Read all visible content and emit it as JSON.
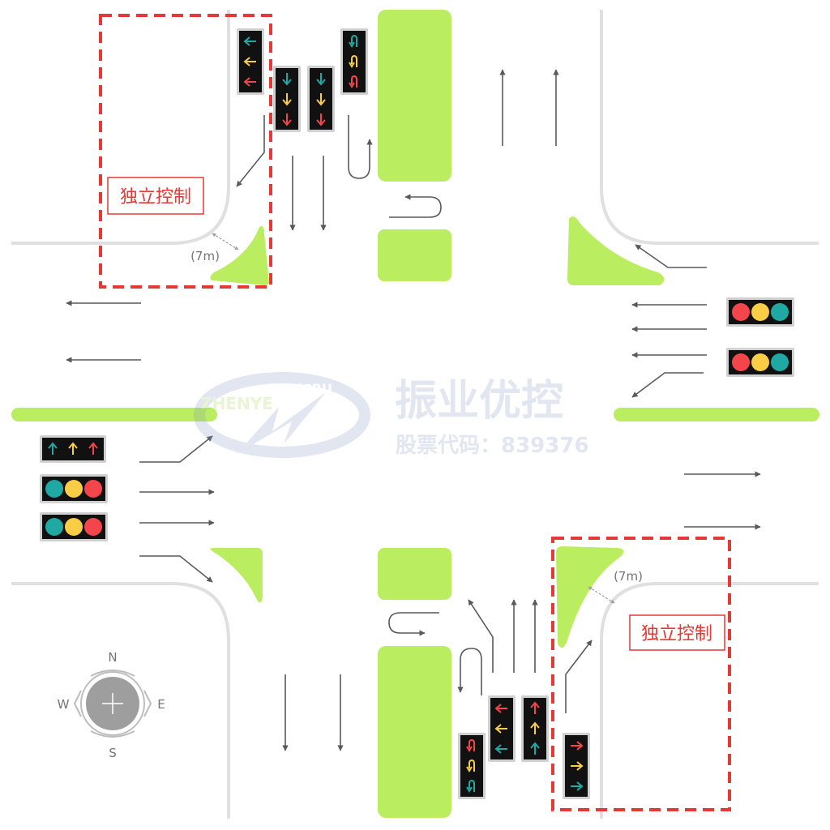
{
  "independent_zones": [
    {
      "id": "nw",
      "label": "独立控制",
      "distance": "(7m)"
    },
    {
      "id": "se",
      "label": "独立控制",
      "distance": "(7m)"
    }
  ],
  "watermark": {
    "brand_cn": "振业优控",
    "stock_code": "股票代码：839376",
    "logo_text": "ZHENYE",
    "logo_text2": "UCRU"
  },
  "compass": {
    "north": "N",
    "south": "S",
    "east": "E",
    "west": "W"
  },
  "colors": {
    "island": "#bbed61",
    "road_edge": "#e0e0e0",
    "arrow": "#595959",
    "dash_zone": "#e53935",
    "signal_red": "#f4464a",
    "signal_yellow": "#f9cd45",
    "signal_green": "#20a9a4",
    "signal_body": "#111111"
  },
  "signals": {
    "north_approach": [
      {
        "name": "right-turn-signal",
        "arrows": [
          "left",
          "left",
          "left"
        ]
      },
      {
        "name": "straight-signal-1",
        "arrows": [
          "down",
          "down",
          "down"
        ]
      },
      {
        "name": "straight-signal-2",
        "arrows": [
          "down",
          "down",
          "down"
        ]
      },
      {
        "name": "uturn-signal",
        "arrows": [
          "uturn",
          "uturn",
          "uturn"
        ]
      }
    ],
    "south_approach": [
      {
        "name": "uturn-signal",
        "arrows": [
          "uturn",
          "uturn",
          "uturn"
        ]
      },
      {
        "name": "left-turn-signal",
        "arrows": [
          "left",
          "left",
          "left"
        ]
      },
      {
        "name": "straight-signal",
        "arrows": [
          "up",
          "up",
          "up"
        ]
      },
      {
        "name": "right-turn-signal",
        "arrows": [
          "right",
          "right",
          "right"
        ]
      }
    ],
    "west_approach": [
      {
        "name": "arrow-signal",
        "arrows": [
          "up",
          "up",
          "up"
        ]
      },
      {
        "name": "round-signal-1",
        "type": "round"
      },
      {
        "name": "round-signal-2",
        "type": "round"
      }
    ],
    "east_approach": [
      {
        "name": "round-signal-1",
        "type": "round"
      },
      {
        "name": "round-signal-2",
        "type": "round"
      }
    ]
  }
}
